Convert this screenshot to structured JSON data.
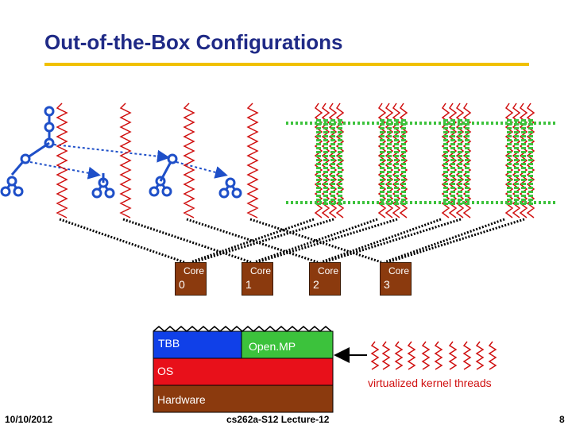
{
  "title": "Out-of-the-Box Configurations",
  "cores": [
    {
      "label": "Core",
      "number": "0"
    },
    {
      "label": "Core",
      "number": "1"
    },
    {
      "label": "Core",
      "number": "2"
    },
    {
      "label": "Core",
      "number": "3"
    }
  ],
  "stack": {
    "tbb": "TBB",
    "openmp": "Open.MP",
    "os": "OS",
    "hardware": "Hardware"
  },
  "legend_caption": "virtualized kernel threads",
  "footer": {
    "date": "10/10/2012",
    "course": "cs262a-S12 Lecture-12",
    "page": "8"
  },
  "colors": {
    "title": "#1f2a86",
    "rule": "#f0c000",
    "tree_node": "#1e4fc8",
    "tbb": "#1040e8",
    "openmp": "#3cc23c",
    "os": "#e8101a",
    "hardware": "#8b3a0e",
    "thread": "#d01010",
    "openmp_bar": "#3cc23c"
  },
  "icons": [
    "task-tree-icon",
    "kernel-thread-icon",
    "omp-thread-bar",
    "arrow-left-icon"
  ]
}
